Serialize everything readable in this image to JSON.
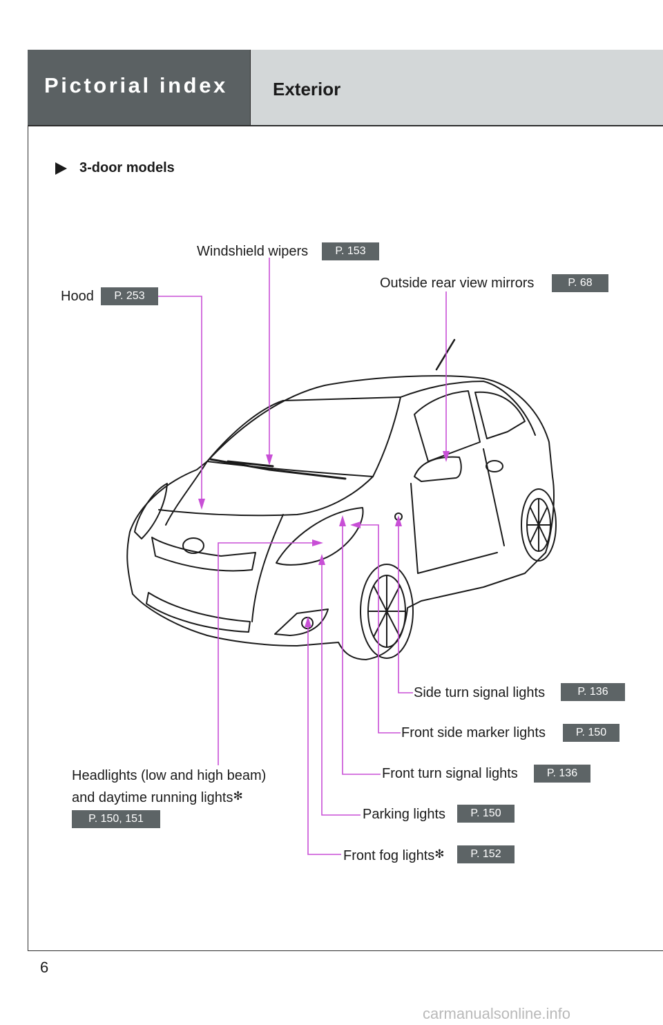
{
  "header": {
    "section_title": "Pictorial index",
    "page_title": "Exterior"
  },
  "subsection": "3-door models",
  "callouts": {
    "windshield_wipers": {
      "label": "Windshield wipers",
      "ref": "P. 153"
    },
    "outside_mirrors": {
      "label": "Outside rear view mirrors",
      "ref": "P. 68"
    },
    "hood": {
      "label": "Hood",
      "ref": "P. 253"
    },
    "side_turn": {
      "label": "Side turn signal lights",
      "ref": "P. 136"
    },
    "front_side_marker": {
      "label": "Front side marker lights",
      "ref": "P. 150"
    },
    "front_turn": {
      "label": "Front turn signal lights",
      "ref": "P. 136"
    },
    "parking": {
      "label": "Parking lights",
      "ref": "P. 150"
    },
    "fog": {
      "label": "Front fog lights",
      "star": "✻",
      "ref": "P. 152"
    },
    "headlights": {
      "label_line1": "Headlights (low and high beam)",
      "label_line2": "and daytime running lights",
      "star": "✻",
      "ref": "P. 150, 151"
    }
  },
  "colors": {
    "leader": "#c84fd6",
    "header_dark": "#5b6163",
    "header_light": "#d3d7d8",
    "ref_box": "#5d6466"
  },
  "footer": {
    "page_number": "6",
    "watermark": "carmanualsonline.info"
  }
}
